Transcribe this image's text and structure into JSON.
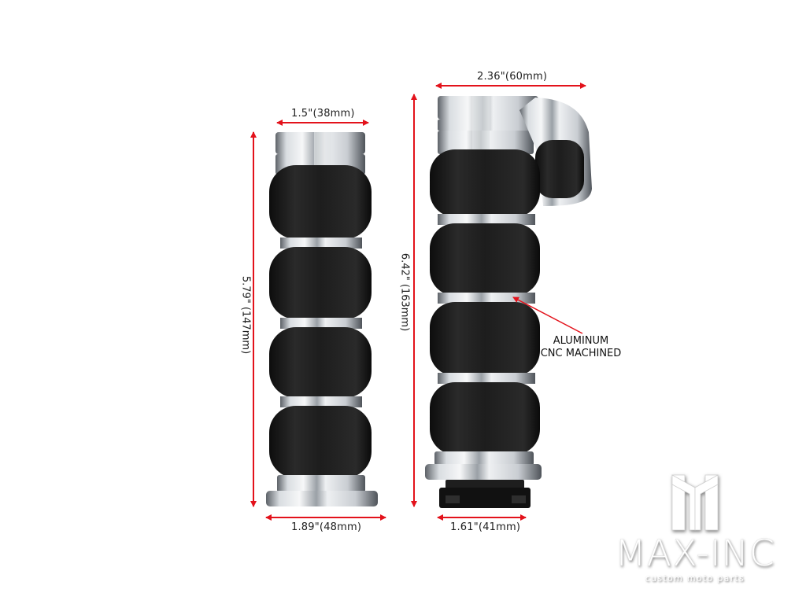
{
  "colors": {
    "background": "#ffffff",
    "dimension_arrow": "#e3121b",
    "label_text": "#1e1e1e",
    "rubber": "#1b1b1b",
    "chrome_light": "#e9ecef",
    "chrome_dark": "#6b7076"
  },
  "left_grip": {
    "top_width_label": "1.5\"(38mm)",
    "length_label": "5.79\"  (147mm)",
    "bottom_width_label": "1.89\"(48mm)"
  },
  "right_grip": {
    "top_width_label": "2.36\"(60mm)",
    "length_label": "6.42\"  (163mm)",
    "bottom_width_label": "1.61\"(41mm)",
    "callout": {
      "line1": "ALUMINUM",
      "line2": "CNC MACHINED"
    }
  },
  "logo": {
    "icon": "max-inc-m-monogram-icon",
    "brand": "MAX-INC",
    "tagline": "custom moto parts"
  }
}
